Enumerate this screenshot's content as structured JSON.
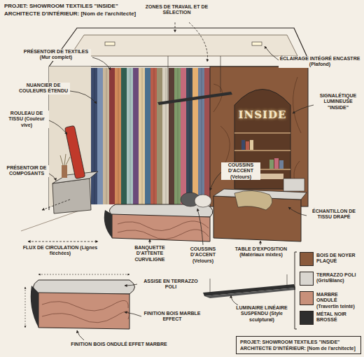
{
  "diagram": {
    "title": "PROJET: SHOWROOM TEXTILES \"INSIDE\"",
    "nodes": [
      {
        "text": [
          "PROJET: SHOWROOM TEXTILES \"INSIDE\"",
          "ARCHITECTE D'INTÉRIEUR: [Nom de l'architecte]"
        ]
      }
    ],
    "labels": [
      "ARCHITECTE D'INTÉRIEUR: [Nom de l'architecte]",
      "ZONES DE TRAVAIL ET DE SÉLECTION",
      "PRÉSENTOIR DE TEXTILES (Mur complet)",
      "ÉCLAIRAGE INTÉGRÉ ENCASTRE (Plafond)",
      "NUANCIER DE COULEURS ÉTENDU",
      "SIGNALÉTIQUE LUMINEUSE \"INSIDE\"",
      "INSIDE",
      "ROULEAU DE TISSU (Couleur vive)",
      "COUSSINS D'ACCENT (Velours)",
      "PRÉSENTOIR DE COMPOSANTS",
      "ÉCHANTILLON DE TISSU DRAPÉ",
      "FLUX DE CIRCULATION (Lignes fléchées)",
      "BANQUETTE D'ATTENTE CURVILIGNE",
      "COUSSINS D'ACCENT (Velours)",
      "TABLE D'EXPOSITION (Matériaux mixtes)",
      "ASSISE EN TERRAZZO POLI",
      "FINITION BOIS MARBLE EFFECT",
      "FINITION BOIS ONDULÉ EFFET MARBRE",
      "LUMINAIRE LINÉAIRE SUSPENDU (Style sculptural)"
    ],
    "legend": [
      {
        "text": "BOIS DE NOYER PLAQUÉ",
        "color": "#8a5a3c"
      },
      {
        "text": "TERRAZZO POLI (Gris/Blanc)",
        "color": "#d9d6d0"
      },
      {
        "text": "MARBRE ONDULÉ (Travertin teinté)",
        "color": "#c8907a"
      },
      {
        "text": "MÉTAL NOIR BROSSÉ",
        "color": "#2e2e2e"
      }
    ]
  }
}
